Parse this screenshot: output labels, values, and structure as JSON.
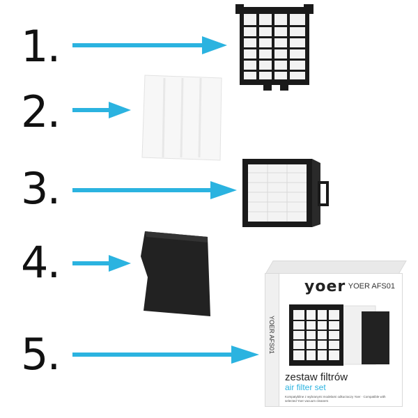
{
  "steps": [
    {
      "number": "1."
    },
    {
      "number": "2."
    },
    {
      "number": "3."
    },
    {
      "number": "4."
    },
    {
      "number": "5."
    }
  ],
  "arrow_color": "#2bb3e0",
  "box": {
    "brand": "yoer",
    "model": "YOER AFS01",
    "title_pl": "zestaw filtrów",
    "title_en": "air filter set",
    "compat": "Kompatybilne z wybranymi modelami odkurzaczy Yoer · Compatible with selected Yoer vacuum cleaners",
    "side_label": "YOER AFS01"
  }
}
